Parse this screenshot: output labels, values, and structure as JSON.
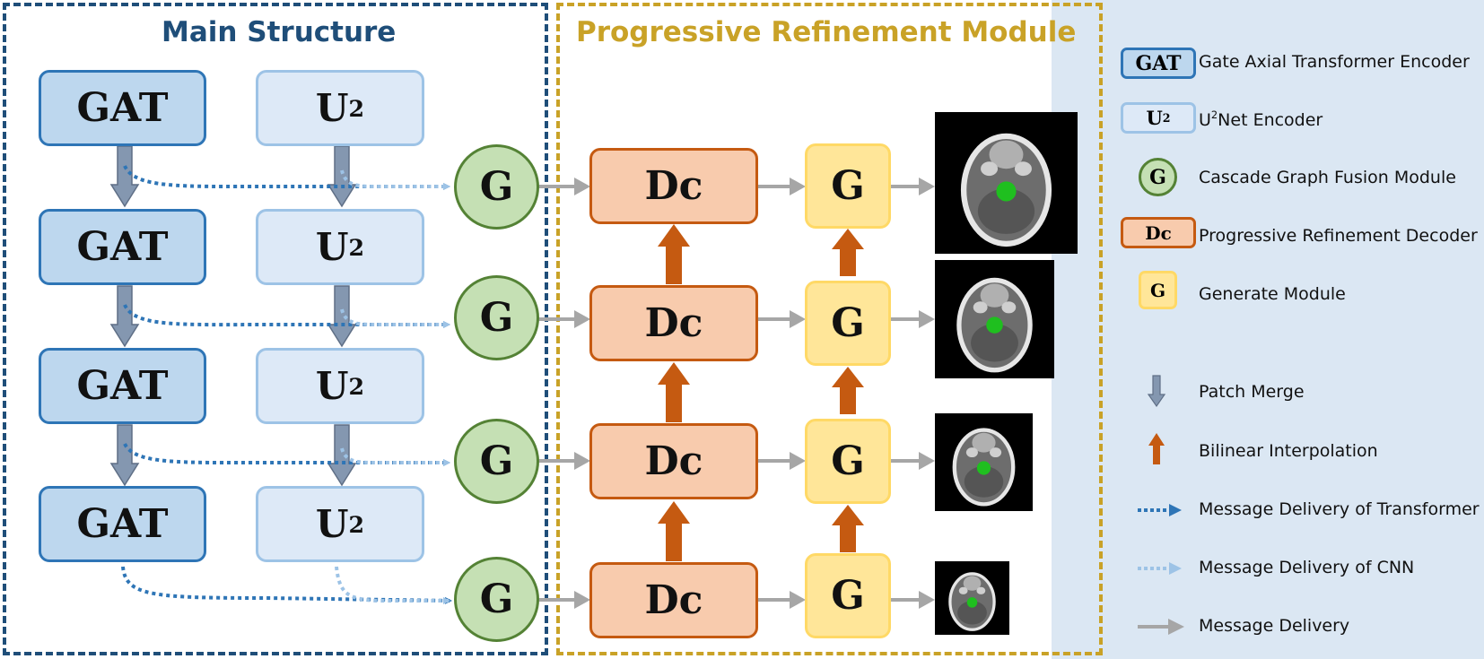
{
  "main_structure": {
    "title": "Main Structure",
    "gat_label": "GAT",
    "u2_base": "U",
    "u2_sup": "2",
    "fusion_label": "G"
  },
  "prm": {
    "title": "Progressive Refinement Module",
    "decoder_label": "Dc",
    "generate_label": "G"
  },
  "legend": {
    "gat_icon": "GAT",
    "gat_text": "Gate Axial Transformer Encoder",
    "u2_icon_base": "U",
    "u2_icon_sup": "2",
    "u2_text_base": "U",
    "u2_text_sup": "2",
    "u2_text_rest": "Net Encoder",
    "g_icon": "G",
    "g_text": "Cascade Graph Fusion Module",
    "dc_icon": "Dc",
    "dc_text": "Progressive Refinement Decoder",
    "gen_icon": "G",
    "gen_text": "Generate Module",
    "patch_merge": "Patch Merge",
    "bilinear": "Bilinear Interpolation",
    "msg_transformer": "Message Delivery of Transformer",
    "msg_cnn": "Message Delivery of CNN",
    "msg": "Message Delivery"
  },
  "colors": {
    "main_border": "#1f4e79",
    "prm_border": "#c9a227",
    "legend_bg": "#dbe7f3",
    "transformer_msg": "#2e75b6",
    "cnn_msg": "#9dc3e6",
    "patch_merge": "#8497b0",
    "bilinear": "#c55a11",
    "message": "#a6a6a6"
  }
}
